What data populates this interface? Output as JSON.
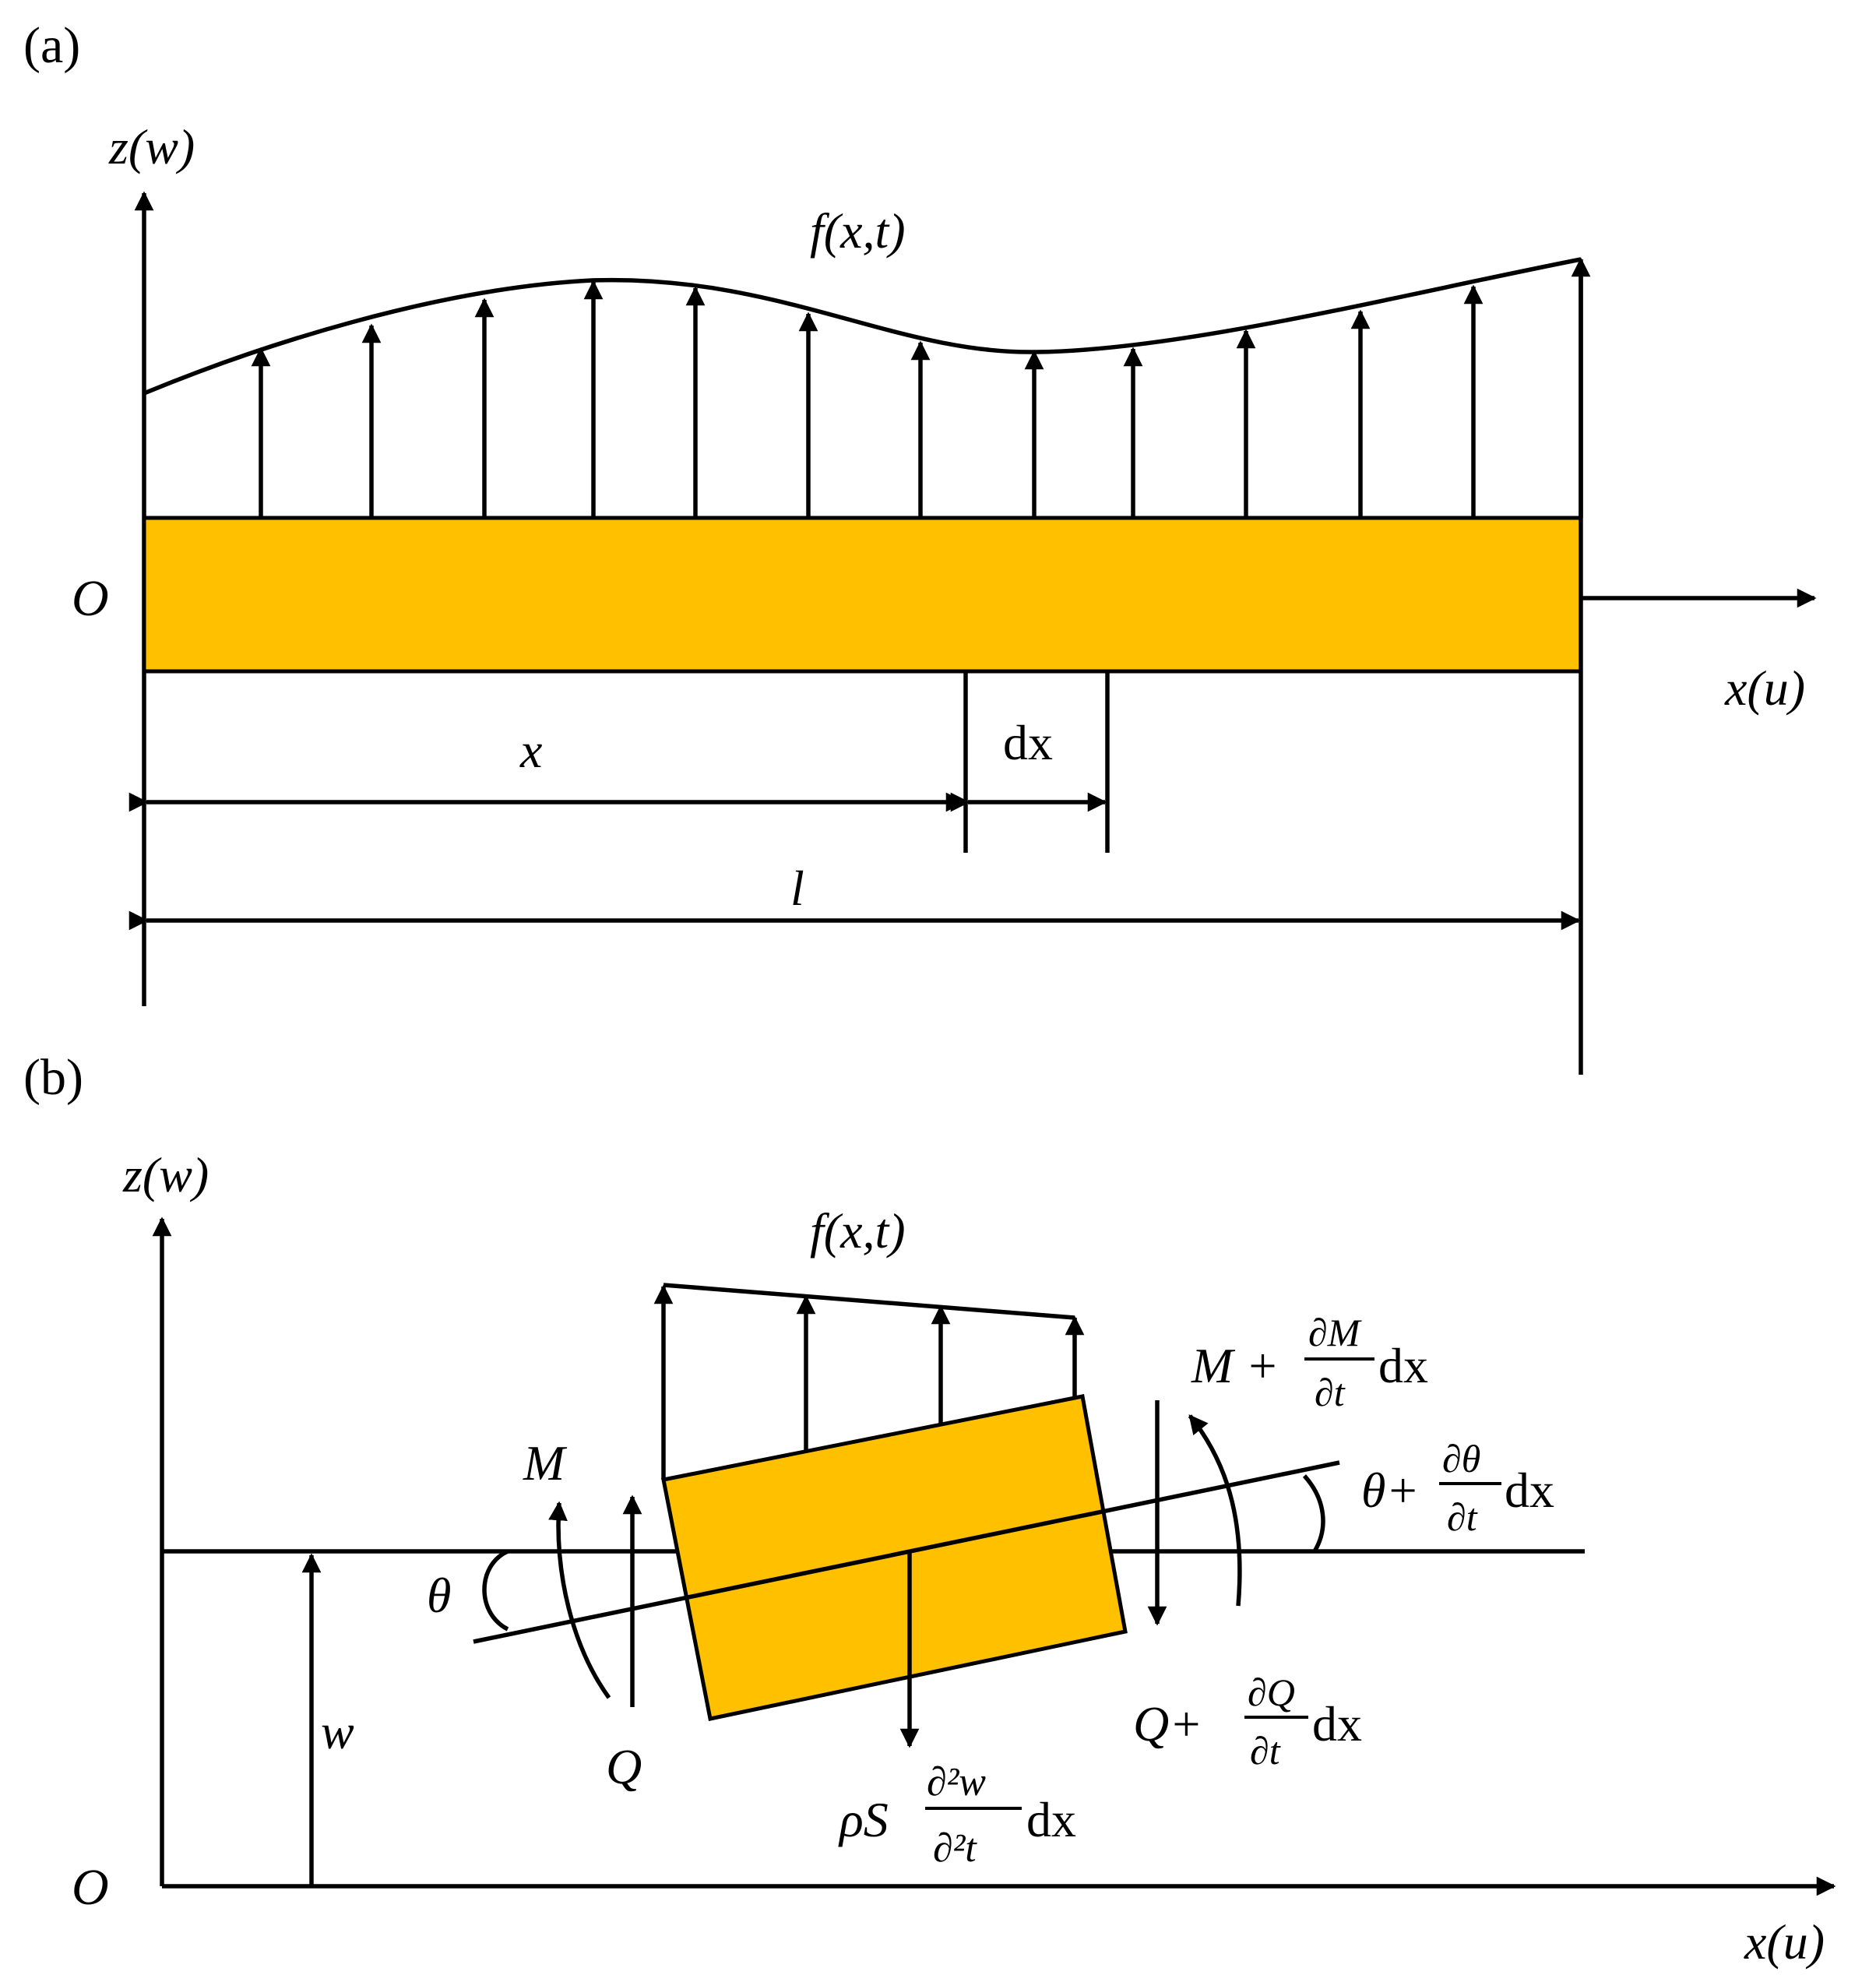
{
  "colors": {
    "beam_fill": "#FFC000",
    "line": "#000000",
    "background": "#ffffff"
  },
  "panel_a": {
    "tag": "(a)",
    "z_axis": "z(w)",
    "x_axis": "x(u)",
    "origin": "O",
    "load": "f(x,t)",
    "dim_x": "x",
    "dim_dx": "dx",
    "dim_l": "l"
  },
  "panel_b": {
    "tag": "(b)",
    "z_axis": "z(w)",
    "x_axis": "x(u)",
    "origin": "O",
    "load": "f(x,t)",
    "moment_left": "M",
    "moment_right_base": "M +",
    "shear_left": "Q",
    "shear_right_base": "Q+",
    "angle_left": "θ",
    "angle_right_base": "θ+",
    "displacement": "w",
    "inertia_prefix": "ρS",
    "dM": "∂M",
    "dQ": "∂Q",
    "dtheta": "∂θ",
    "dt": "∂t",
    "d2w": "∂²w",
    "d2t": "∂²t",
    "dx": "dx"
  }
}
